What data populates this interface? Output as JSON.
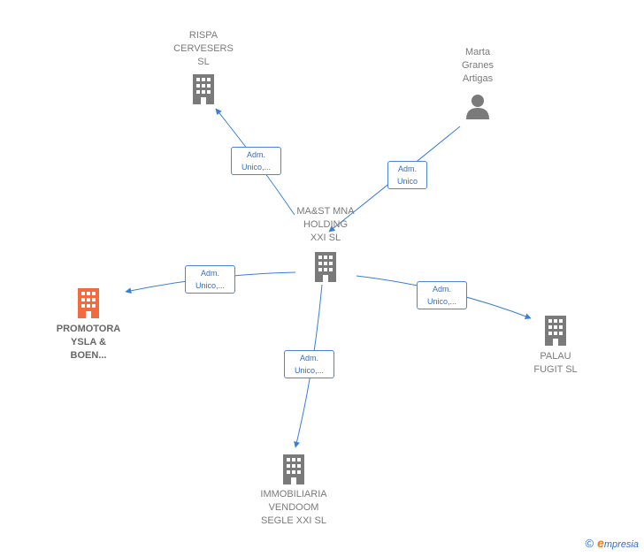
{
  "colors": {
    "node": "#7a7a7a",
    "highlight": "#f26a3d",
    "edge": "#3b7dd8"
  },
  "nodes": {
    "center": {
      "label": "MA&ST MNA\nHOLDING\nXXI  SL",
      "icon": "building-icon"
    },
    "rispa": {
      "label": "RISPA\nCERVESERS\nSL",
      "icon": "building-icon"
    },
    "marta": {
      "label": "Marta\nGranes\nArtigas",
      "icon": "person-icon"
    },
    "promotora": {
      "label": "PROMOTORA\nYSLA &\nBOEN...",
      "icon": "building-icon"
    },
    "palau": {
      "label": "PALAU\nFUGIT  SL",
      "icon": "building-icon"
    },
    "immobiliaria": {
      "label": "IMMOBILIARIA\nVENDOOM\nSEGLE XXI  SL",
      "icon": "building-icon"
    }
  },
  "edges": {
    "rispa": "Adm.\nUnico,...",
    "marta": "Adm.\nUnico",
    "promotora": "Adm.\nUnico,...",
    "palau": "Adm.\nUnico,...",
    "immobiliaria": "Adm.\nUnico,..."
  },
  "footer": {
    "copyright": "©",
    "brand_initial": "e",
    "brand_rest": "mpresia"
  }
}
